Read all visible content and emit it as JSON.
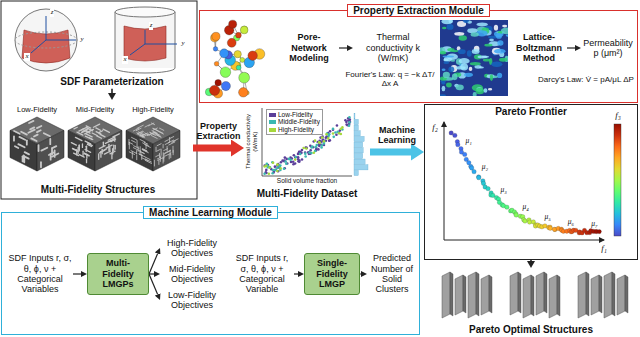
{
  "diagram": {
    "nodes": [
      {
        "text": [
          "SDF Parameterization"
        ]
      },
      {
        "text": [
          "Multi-Fidelity Structures"
        ]
      },
      {
        "text": [
          "Property Extraction Module"
        ]
      },
      {
        "text": [
          "Pore-Network Modeling"
        ],
        "in": 2
      },
      {
        "text": [
          "Thermal conductivity k (W/mK)"
        ],
        "in": 2
      },
      {
        "text": [
          "Lattice-Boltzmann Method"
        ],
        "in": 2
      },
      {
        "text": [
          "Permeability p (μm²)"
        ],
        "in": 2
      },
      {
        "text": [
          "Multi-Fidelity Dataset"
        ]
      },
      {
        "text": [
          "Pareto Frontier"
        ]
      },
      {
        "text": [
          "Pareto Optimal Structures"
        ]
      },
      {
        "text": [
          "Machine Learning Module"
        ]
      },
      {
        "text": [
          "SDF Inputs r, σ, θ, ϕ, ν + Categorical Variables"
        ],
        "in": 10
      },
      {
        "text": [
          "Multi-Fidelity LMGPs"
        ],
        "in": 10
      },
      {
        "text": [
          "High-Fidelity Objectives"
        ],
        "in": 10
      },
      {
        "text": [
          "Mid-Fidelity Objectives"
        ],
        "in": 10
      },
      {
        "text": [
          "Low-Fidelity Objectives"
        ],
        "in": 10
      },
      {
        "text": [
          "SDF Inputs r, σ, θ, ϕ, ν + Categorical Variable"
        ],
        "in": 10
      },
      {
        "text": [
          "Single-Fidelity LMGP"
        ],
        "in": 10
      },
      {
        "text": [
          "Predicted Number of Solid Clusters"
        ],
        "in": 10
      }
    ],
    "edges": [
      {
        "from": 0,
        "to": 1,
        "arrow": "to"
      },
      {
        "from": 1,
        "to": 7,
        "arrow": "to",
        "label": "Property Extraction"
      },
      {
        "from": 7,
        "to": 8,
        "arrow": "to",
        "label": "Machine Learning"
      },
      {
        "from": 8,
        "to": 9,
        "arrow": "to"
      },
      {
        "from": 3,
        "to": 4,
        "arrow": "to"
      },
      {
        "from": 5,
        "to": 6,
        "arrow": "to"
      },
      {
        "from": 11,
        "to": 12,
        "arrow": "to"
      },
      {
        "from": 12,
        "to": 13,
        "arrow": "to"
      },
      {
        "from": 12,
        "to": 14,
        "arrow": "to"
      },
      {
        "from": 12,
        "to": 15,
        "arrow": "to"
      },
      {
        "from": 16,
        "to": 17,
        "arrow": "to"
      },
      {
        "from": 17,
        "to": 18,
        "arrow": "to"
      }
    ],
    "labels": [
      "z",
      "y",
      "x",
      "z",
      "y",
      "x",
      "Low-Fidelity",
      "Mid-Fidelity",
      "High-Fidelity",
      "Fourier's Law: q = −k ΔT/Δx A",
      "Darcy's Law: V̇ = pA/μL ΔP",
      "Solid volume fraction",
      "Thermal conductivity (W/mK)",
      "f₁",
      "f₂",
      "f₃",
      "μ₁",
      "μ₂",
      "μ₃",
      "μ₄",
      "μ₅",
      "μ₆",
      "μ₇"
    ],
    "legend": [
      {
        "text": "Low-Fidelity",
        "color": "#5b3f99"
      },
      {
        "text": "Middle-Fidelity",
        "color": "#3bb8b0"
      },
      {
        "text": "High-Fidelity",
        "color": "#a6d83c"
      }
    ]
  }
}
